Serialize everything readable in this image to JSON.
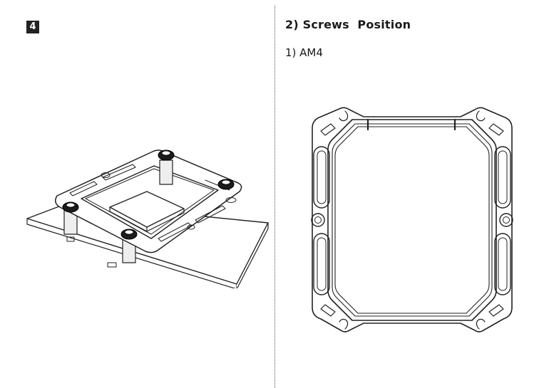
{
  "step": {
    "number": "4"
  },
  "section": {
    "title": "2) Screws  Position",
    "subtitle": "1) AM4"
  },
  "illustrations": {
    "left_icon": "mounting-bracket-on-motherboard-icon",
    "right_icon": "am4-bracket-top-view-icon"
  }
}
